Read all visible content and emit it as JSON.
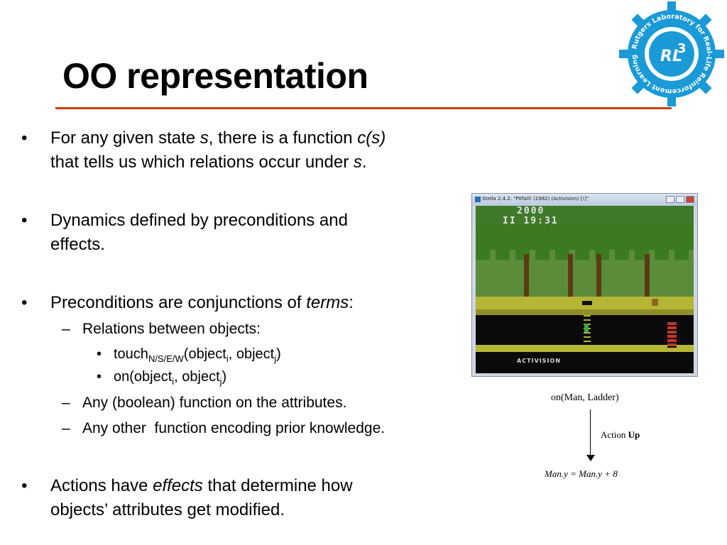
{
  "slide": {
    "title": "OO representation",
    "accent_color": "#c8400f"
  },
  "logo": {
    "text_ring": "Rutgers Laboratory for Real-Life Reinforcement Learning",
    "mark": "RL",
    "superscript": "3",
    "color": "#1a9ad6"
  },
  "bullets": {
    "b1": {
      "bullet": "•",
      "t1": "For any given state ",
      "s": "s",
      "t2": ", there is a function ",
      "cs": "c(s)",
      "t3": "that tells us which relations occur under ",
      "s2": "s",
      "t4": "."
    },
    "b2": {
      "bullet": "•",
      "line1": "Dynamics defined by preconditions and",
      "line2": "effects."
    },
    "b3": {
      "bullet": "•",
      "t1": "Preconditions are conjunctions of ",
      "terms": "terms",
      "t2": ":",
      "sub1": {
        "dash": "–",
        "text": "Relations between objects:"
      },
      "touch": {
        "dot": "•",
        "name": "touch",
        "subscript": "N/S/E/W",
        "open": "(object",
        "i": "i",
        "mid": ", object",
        "j": "j",
        "close": ")"
      },
      "on": {
        "dot": "•",
        "open": "on(object",
        "i": "i",
        "mid": ", object",
        "j": "j",
        "close": ")"
      },
      "sub2": {
        "dash": "–",
        "text": "Any (boolean) function on the attributes."
      },
      "sub3": {
        "dash": "–",
        "text": "Any other  function encoding prior knowledge."
      }
    },
    "b4": {
      "bullet": "•",
      "t1": "Actions have ",
      "effects": "effects",
      "t2": " that determine how",
      "line2": "objects’ attributes get modified."
    }
  },
  "game": {
    "window_title": "Stella 2.4.2: \"Pitfall! (1982) (Activision) [!]\"",
    "score": "2000",
    "timer": "19:31",
    "lives_marker": "II",
    "publisher": "ACTIVISION"
  },
  "diagram": {
    "precondition": "on(Man, Ladder)",
    "action_prefix": "Action ",
    "action_name": "Up",
    "effect": "Man.y = Man.y + 8"
  }
}
